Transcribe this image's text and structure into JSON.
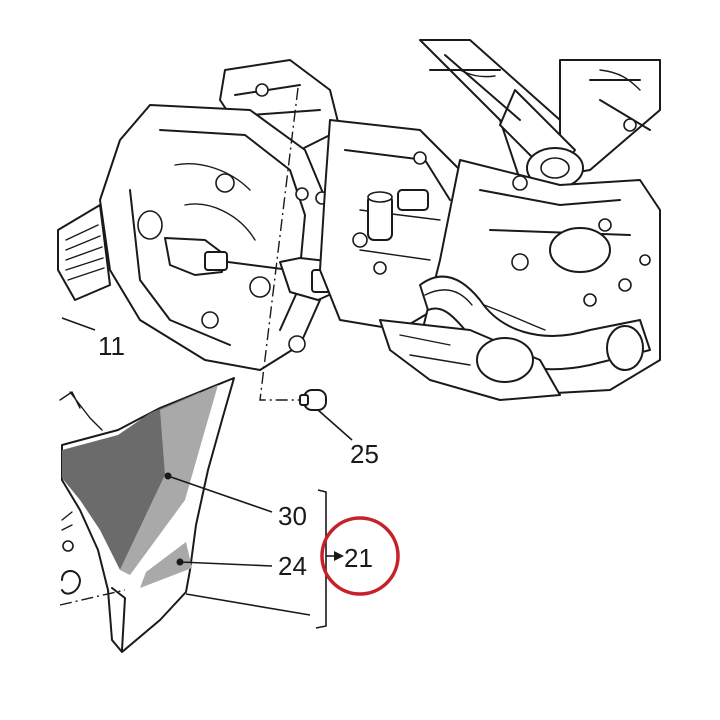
{
  "callouts": {
    "c11": "11",
    "c25": "25",
    "c30": "30",
    "c24": "24",
    "c21": "21"
  },
  "colors": {
    "line": "#1a1a1a",
    "panel_dark": "#6b6b6b",
    "panel_light": "#a9a9a9",
    "highlight_circle": "#c8202a"
  }
}
